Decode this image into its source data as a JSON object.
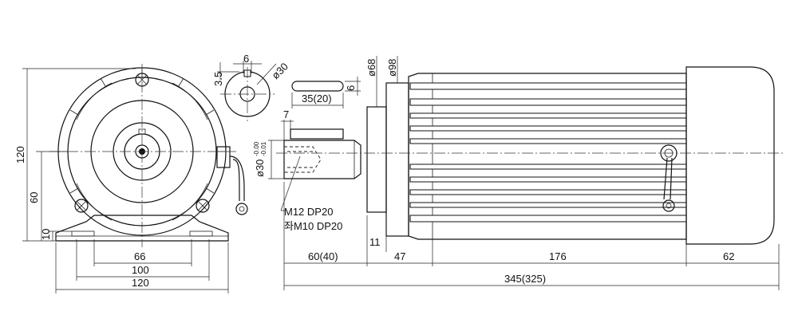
{
  "dimensions": {
    "front_height_total": "120",
    "front_height_center": "60",
    "front_foot_height": "10",
    "front_bolt_spacing": "66",
    "front_foot_width": "100",
    "front_total_width": "120",
    "key_width": "6",
    "key_depth": "3.5",
    "shaft_diameter_detail": "ø30",
    "key_length": "35(20)",
    "key_height": "6",
    "flange_diameter_small": "ø68",
    "flange_diameter_large": "ø98",
    "key_offset": "7",
    "shaft_diameter_tol_main": "ø30",
    "shaft_tol_upper": "-0.00",
    "shaft_tol_lower": "-0.01",
    "thread_note_1": "M12 DP20",
    "thread_note_2": "좌M10 DP20",
    "flange_thickness": "11",
    "shaft_length": "60(40)",
    "flange_to_body": "47",
    "body_length": "176",
    "fan_cover_length": "62",
    "overall_length": "345(325)"
  }
}
